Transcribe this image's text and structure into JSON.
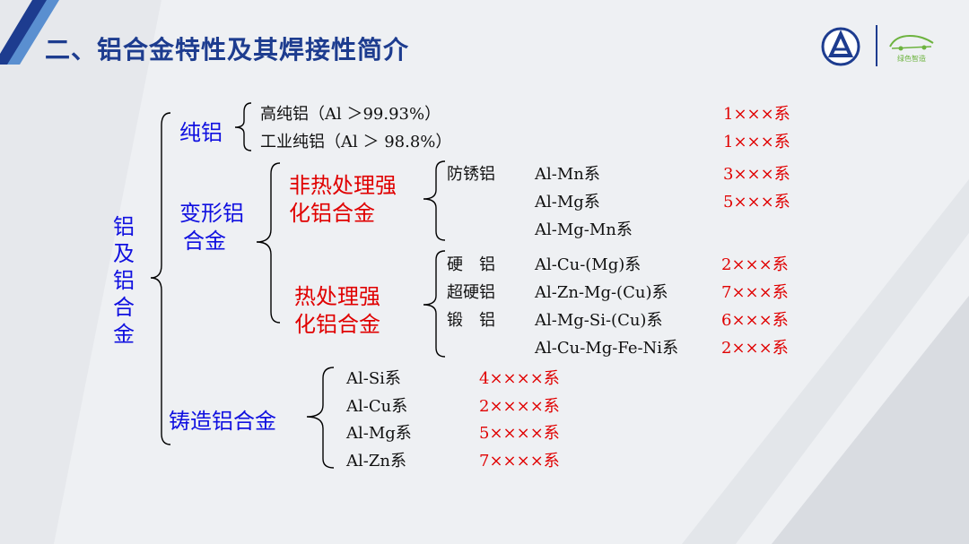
{
  "header": {
    "title": "二、铝合金特性及其焊接性简介",
    "logo_text": "绿色智造",
    "accent_color": "#1d3c8f",
    "logo_color": "#6db33f"
  },
  "root": {
    "chars": [
      "铝",
      "及",
      "铝",
      "合",
      "金"
    ]
  },
  "pure": {
    "label": "纯铝",
    "items": [
      {
        "name": "高纯铝（Al ＞99.93%）",
        "series": "1×××系"
      },
      {
        "name": "工业纯铝（Al ＞ 98.8%）",
        "series": "1×××系"
      }
    ]
  },
  "wrought": {
    "label_line1": "变形铝",
    "label_line2": "合金",
    "non_heat": {
      "label_line1": "非热处理强",
      "label_line2": "化铝合金",
      "category": "防锈铝",
      "items": [
        {
          "alloy": "Al-Mn系",
          "series": "3×××系"
        },
        {
          "alloy": "Al-Mg系",
          "series": "5×××系"
        },
        {
          "alloy": "Al-Mg-Mn系",
          "series": ""
        }
      ]
    },
    "heat": {
      "label_line1": "热处理强",
      "label_line2": "化铝合金",
      "items": [
        {
          "category": "硬　铝",
          "alloy": "Al-Cu-(Mg)系",
          "series": "2×××系"
        },
        {
          "category": "超硬铝",
          "alloy": "Al-Zn-Mg-(Cu)系",
          "series": "7×××系"
        },
        {
          "category": "锻　铝",
          "alloy": "Al-Mg-Si-(Cu)系",
          "series": "6×××系"
        },
        {
          "category": "",
          "alloy": "Al-Cu-Mg-Fe-Ni系",
          "series": "2×××系"
        }
      ]
    }
  },
  "cast": {
    "label": "铸造铝合金",
    "items": [
      {
        "alloy": "Al-Si系",
        "series": "4××××系"
      },
      {
        "alloy": "Al-Cu系",
        "series": "2××××系"
      },
      {
        "alloy": "Al-Mg系",
        "series": "5××××系"
      },
      {
        "alloy": "Al-Zn系",
        "series": "7××××系"
      }
    ]
  }
}
